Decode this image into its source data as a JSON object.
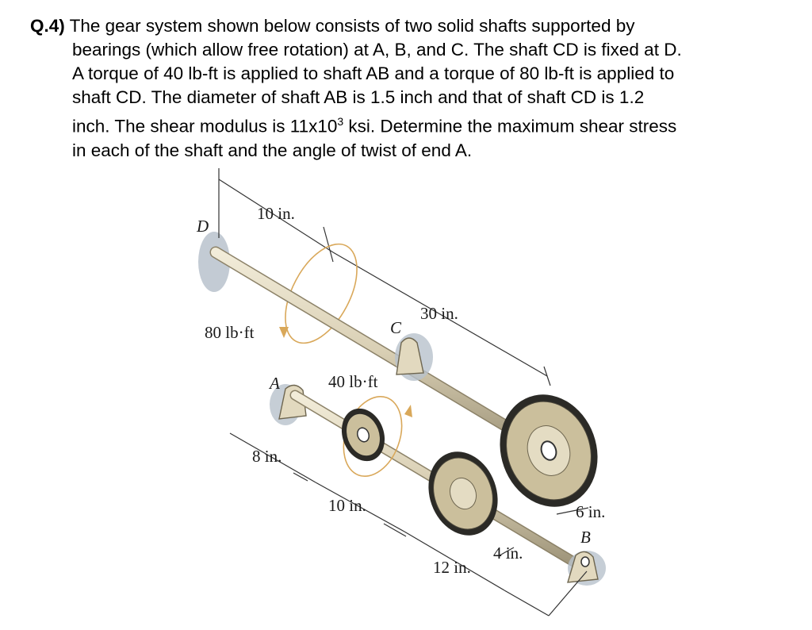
{
  "question": {
    "number": "Q.4)",
    "lines": [
      "The gear system shown below consists of two solid shafts supported by",
      "bearings (which allow free rotation) at A, B, and C. The shaft CD is fixed at D.",
      "A torque of 40 lb-ft is applied to shaft AB and a torque of 80 lb-ft is applied to",
      "shaft CD.  The diameter of shaft AB is 1.5 inch and that of shaft CD is 1.2",
      "inch. The shear modulus is 11x10",
      " ksi. Determine the maximum shear stress",
      "in each of the shaft and the angle of twist of end A."
    ],
    "superscript": "3"
  },
  "figure": {
    "labels": {
      "D": "D",
      "dim_10_top": "10 in.",
      "dim_30": "30 in.",
      "C": "C",
      "torque_80": "80 lb·ft",
      "A": "A",
      "torque_40": "40 lb·ft",
      "dim_8": "8 in.",
      "dim_10_bottom": "10 in.",
      "dim_6": "6 in.",
      "B": "B",
      "dim_4": "4 in.",
      "dim_12": "12 in."
    },
    "colors": {
      "shaft": "#d9cfb4",
      "shaft_edge": "#8c8268",
      "gear": "#cbbf9c",
      "gear_dark": "#2b2a26",
      "support_shadow": "#b8c2cc",
      "torque_arrow": "#d9a85a"
    }
  }
}
